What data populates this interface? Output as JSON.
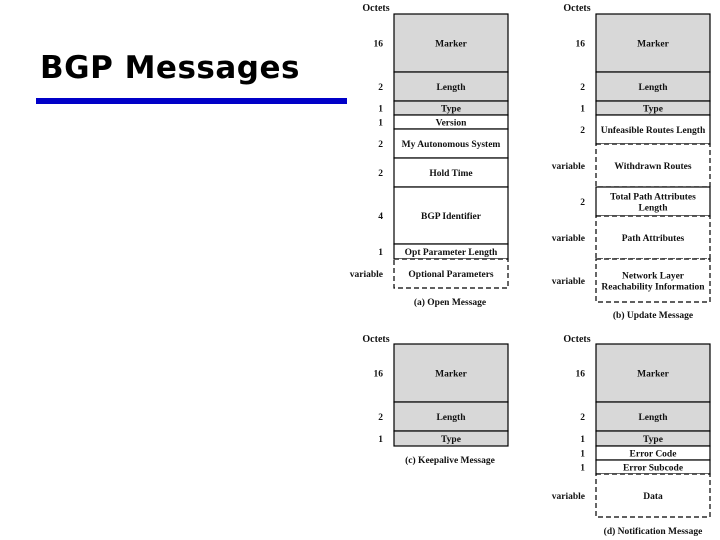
{
  "slide": {
    "title": "BGP Messages"
  },
  "colors": {
    "title_underline": "#0000c8",
    "header_fill": "#d8d8d8",
    "field_fill": "#ffffff"
  },
  "diagrams": [
    {
      "caption": "(a) Open Message",
      "octets_label": "Octets",
      "fields": [
        {
          "size": "16",
          "name": "Marker",
          "gray": true
        },
        {
          "size": "2",
          "name": "Length",
          "gray": true
        },
        {
          "size": "1",
          "name": "Type",
          "gray": true
        },
        {
          "size": "1",
          "name": "Version"
        },
        {
          "size": "2",
          "name": "My Autonomous System"
        },
        {
          "size": "2",
          "name": "Hold Time"
        },
        {
          "size": "4",
          "name": "BGP Identifier"
        },
        {
          "size": "1",
          "name": "Opt Parameter Length"
        },
        {
          "size": "variable",
          "name": "Optional Parameters",
          "dashed": true
        }
      ]
    },
    {
      "caption": "(b) Update Message",
      "octets_label": "Octets",
      "fields": [
        {
          "size": "16",
          "name": "Marker",
          "gray": true
        },
        {
          "size": "2",
          "name": "Length",
          "gray": true
        },
        {
          "size": "1",
          "name": "Type",
          "gray": true
        },
        {
          "size": "2",
          "name": "Unfeasible Routes Length"
        },
        {
          "size": "variable",
          "name": "Withdrawn Routes",
          "dashed": true
        },
        {
          "size": "2",
          "name": "Total Path Attributes Length"
        },
        {
          "size": "variable",
          "name": "Path Attributes",
          "dashed": true
        },
        {
          "size": "variable",
          "name": "Network Layer Reachability Information",
          "dashed": true
        }
      ]
    },
    {
      "caption": "(c) Keepalive Message",
      "octets_label": "Octets",
      "fields": [
        {
          "size": "16",
          "name": "Marker",
          "gray": true
        },
        {
          "size": "2",
          "name": "Length",
          "gray": true
        },
        {
          "size": "1",
          "name": "Type",
          "gray": true
        }
      ]
    },
    {
      "caption": "(d) Notification Message",
      "octets_label": "Octets",
      "fields": [
        {
          "size": "16",
          "name": "Marker",
          "gray": true
        },
        {
          "size": "2",
          "name": "Length",
          "gray": true
        },
        {
          "size": "1",
          "name": "Type",
          "gray": true
        },
        {
          "size": "1",
          "name": "Error Code"
        },
        {
          "size": "1",
          "name": "Error Subcode"
        },
        {
          "size": "variable",
          "name": "Data",
          "dashed": true
        }
      ]
    }
  ]
}
